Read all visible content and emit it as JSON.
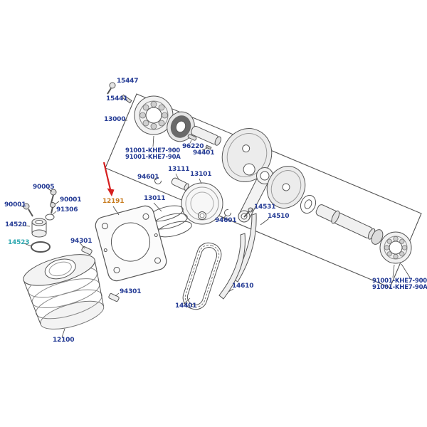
{
  "colors": {
    "label": "#233a94",
    "highlight": "#c77b1e",
    "teal": "#2fa8b0",
    "arrow": "#d61f1f",
    "line": "#555555"
  },
  "labels": [
    {
      "part": "15447"
    },
    {
      "part": "15441"
    },
    {
      "part": "13000"
    },
    {
      "part": "91001-KHE7-900"
    },
    {
      "part": "91001-KHE7-90A"
    },
    {
      "part": "96220"
    },
    {
      "part": "94401"
    },
    {
      "part": "94601"
    },
    {
      "part": "13111"
    },
    {
      "part": "13101"
    },
    {
      "part": "12191"
    },
    {
      "part": "90005"
    },
    {
      "part": "90001"
    },
    {
      "part": "90001"
    },
    {
      "part": "91306"
    },
    {
      "part": "14520"
    },
    {
      "part": "14523"
    },
    {
      "part": "94301"
    },
    {
      "part": "13011"
    },
    {
      "part": "94601"
    },
    {
      "part": "14531"
    },
    {
      "part": "14510"
    },
    {
      "part": "14610"
    },
    {
      "part": "94301"
    },
    {
      "part": "14401"
    },
    {
      "part": "12100"
    },
    {
      "part": "91001-KHE7-900"
    },
    {
      "part": "91001-KHE7-90A"
    }
  ],
  "highlighted_part": "12191"
}
